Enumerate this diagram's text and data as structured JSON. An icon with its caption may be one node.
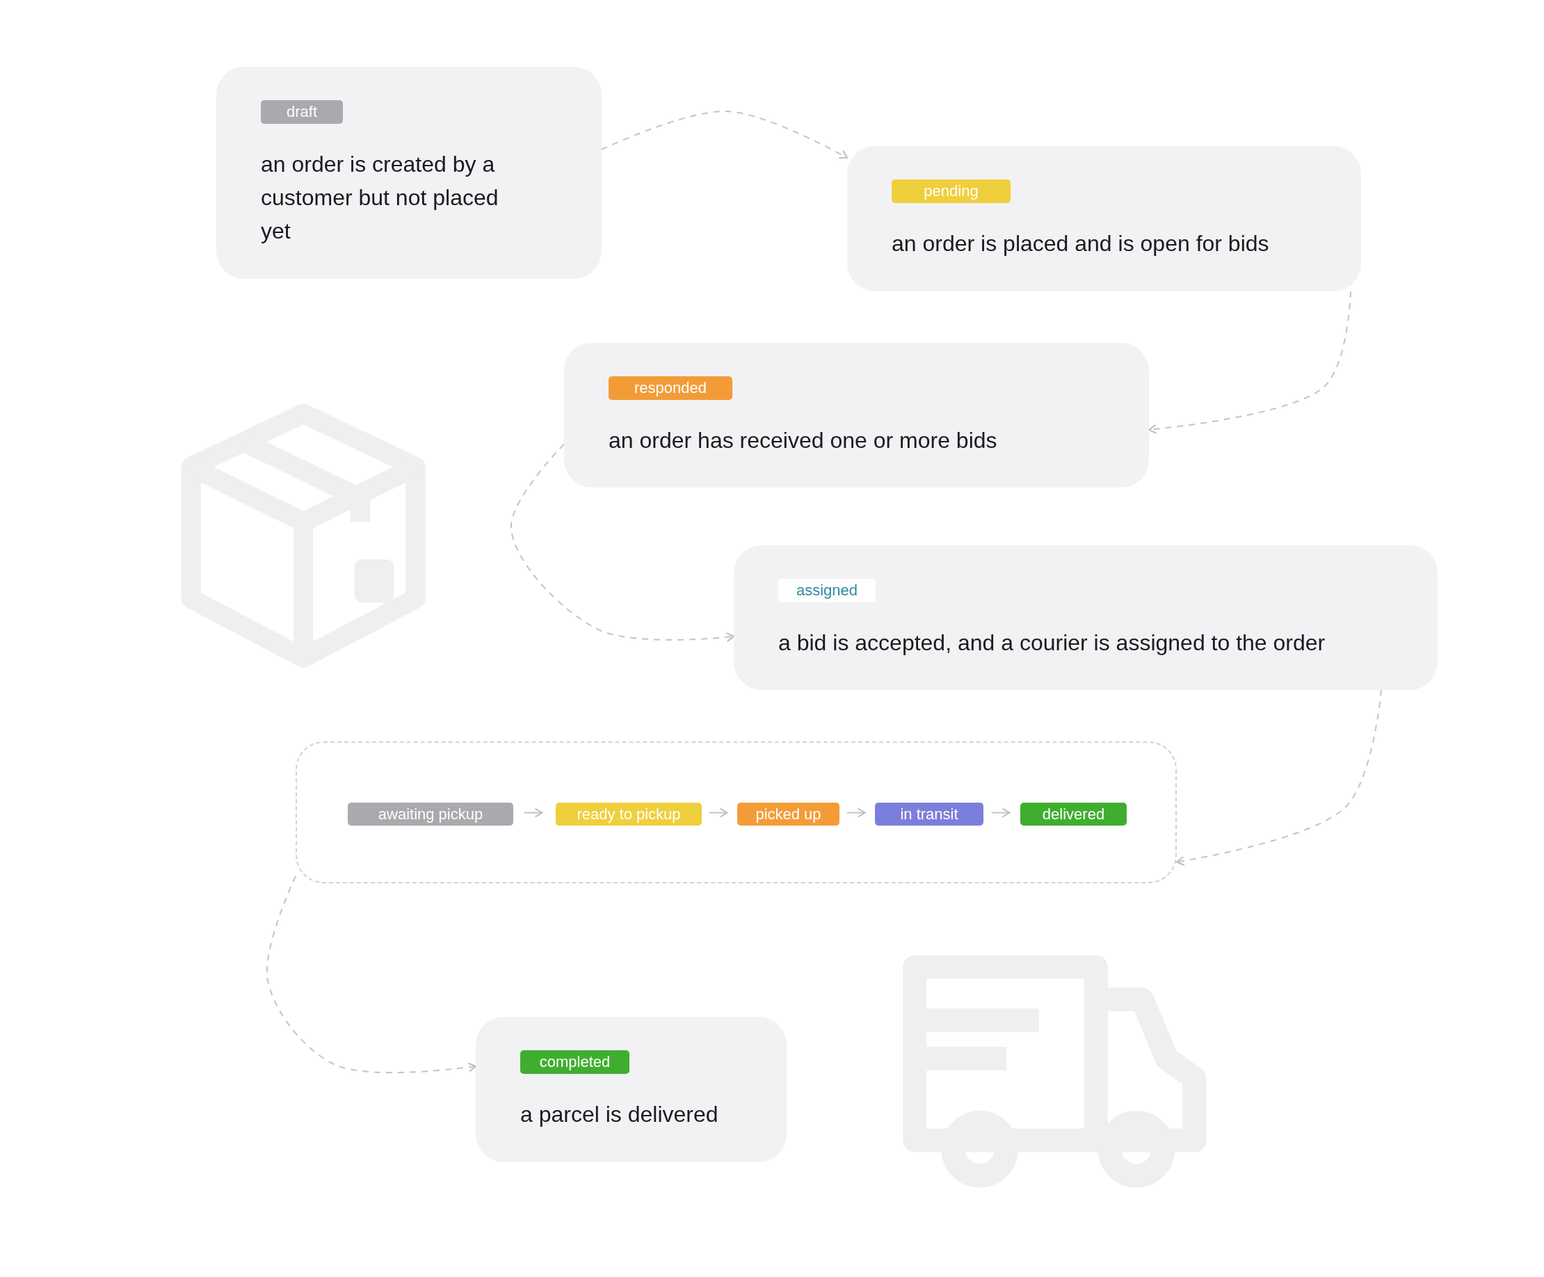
{
  "diagram": {
    "nodes": [
      {
        "text": [
          "an order is created by a customer but not placed yet"
        ]
      },
      {
        "text": [
          "draft"
        ],
        "in": 0
      },
      {
        "text": [
          "an order is placed and is open for bids"
        ]
      },
      {
        "text": [
          "pending"
        ],
        "in": 2
      },
      {
        "text": [
          "an order has received one or more bids"
        ]
      },
      {
        "text": [
          "responded"
        ],
        "in": 4
      },
      {
        "text": [
          "a bid is accepted, and a courier is assigned to the order"
        ]
      },
      {
        "text": [
          "assigned"
        ],
        "in": 6
      },
      {
        "text": [],
        "shape": "box"
      },
      {
        "text": [
          "awaiting pickup"
        ],
        "in": 8
      },
      {
        "text": [
          "ready to pickup"
        ],
        "in": 8
      },
      {
        "text": [
          "picked up"
        ],
        "in": 8
      },
      {
        "text": [
          "in transit"
        ],
        "in": 8
      },
      {
        "text": [
          "delivered"
        ],
        "in": 8
      },
      {
        "text": [
          "a parcel is delivered"
        ]
      },
      {
        "text": [
          "completed"
        ],
        "in": 14
      }
    ],
    "edges": [
      {
        "from": 0,
        "to": 2,
        "arrow": "to",
        "style": "dashed"
      },
      {
        "from": 2,
        "to": 4,
        "arrow": "to",
        "style": "dashed"
      },
      {
        "from": 4,
        "to": 6,
        "arrow": "to",
        "style": "dashed"
      },
      {
        "from": 6,
        "to": 8,
        "arrow": "to",
        "style": "dashed"
      },
      {
        "from": 8,
        "to": 14,
        "arrow": "to",
        "style": "dashed"
      },
      {
        "from": 9,
        "to": 10,
        "arrow": "to"
      },
      {
        "from": 10,
        "to": 11,
        "arrow": "to"
      },
      {
        "from": 11,
        "to": 12,
        "arrow": "to"
      },
      {
        "from": 12,
        "to": 13,
        "arrow": "to"
      }
    ]
  }
}
